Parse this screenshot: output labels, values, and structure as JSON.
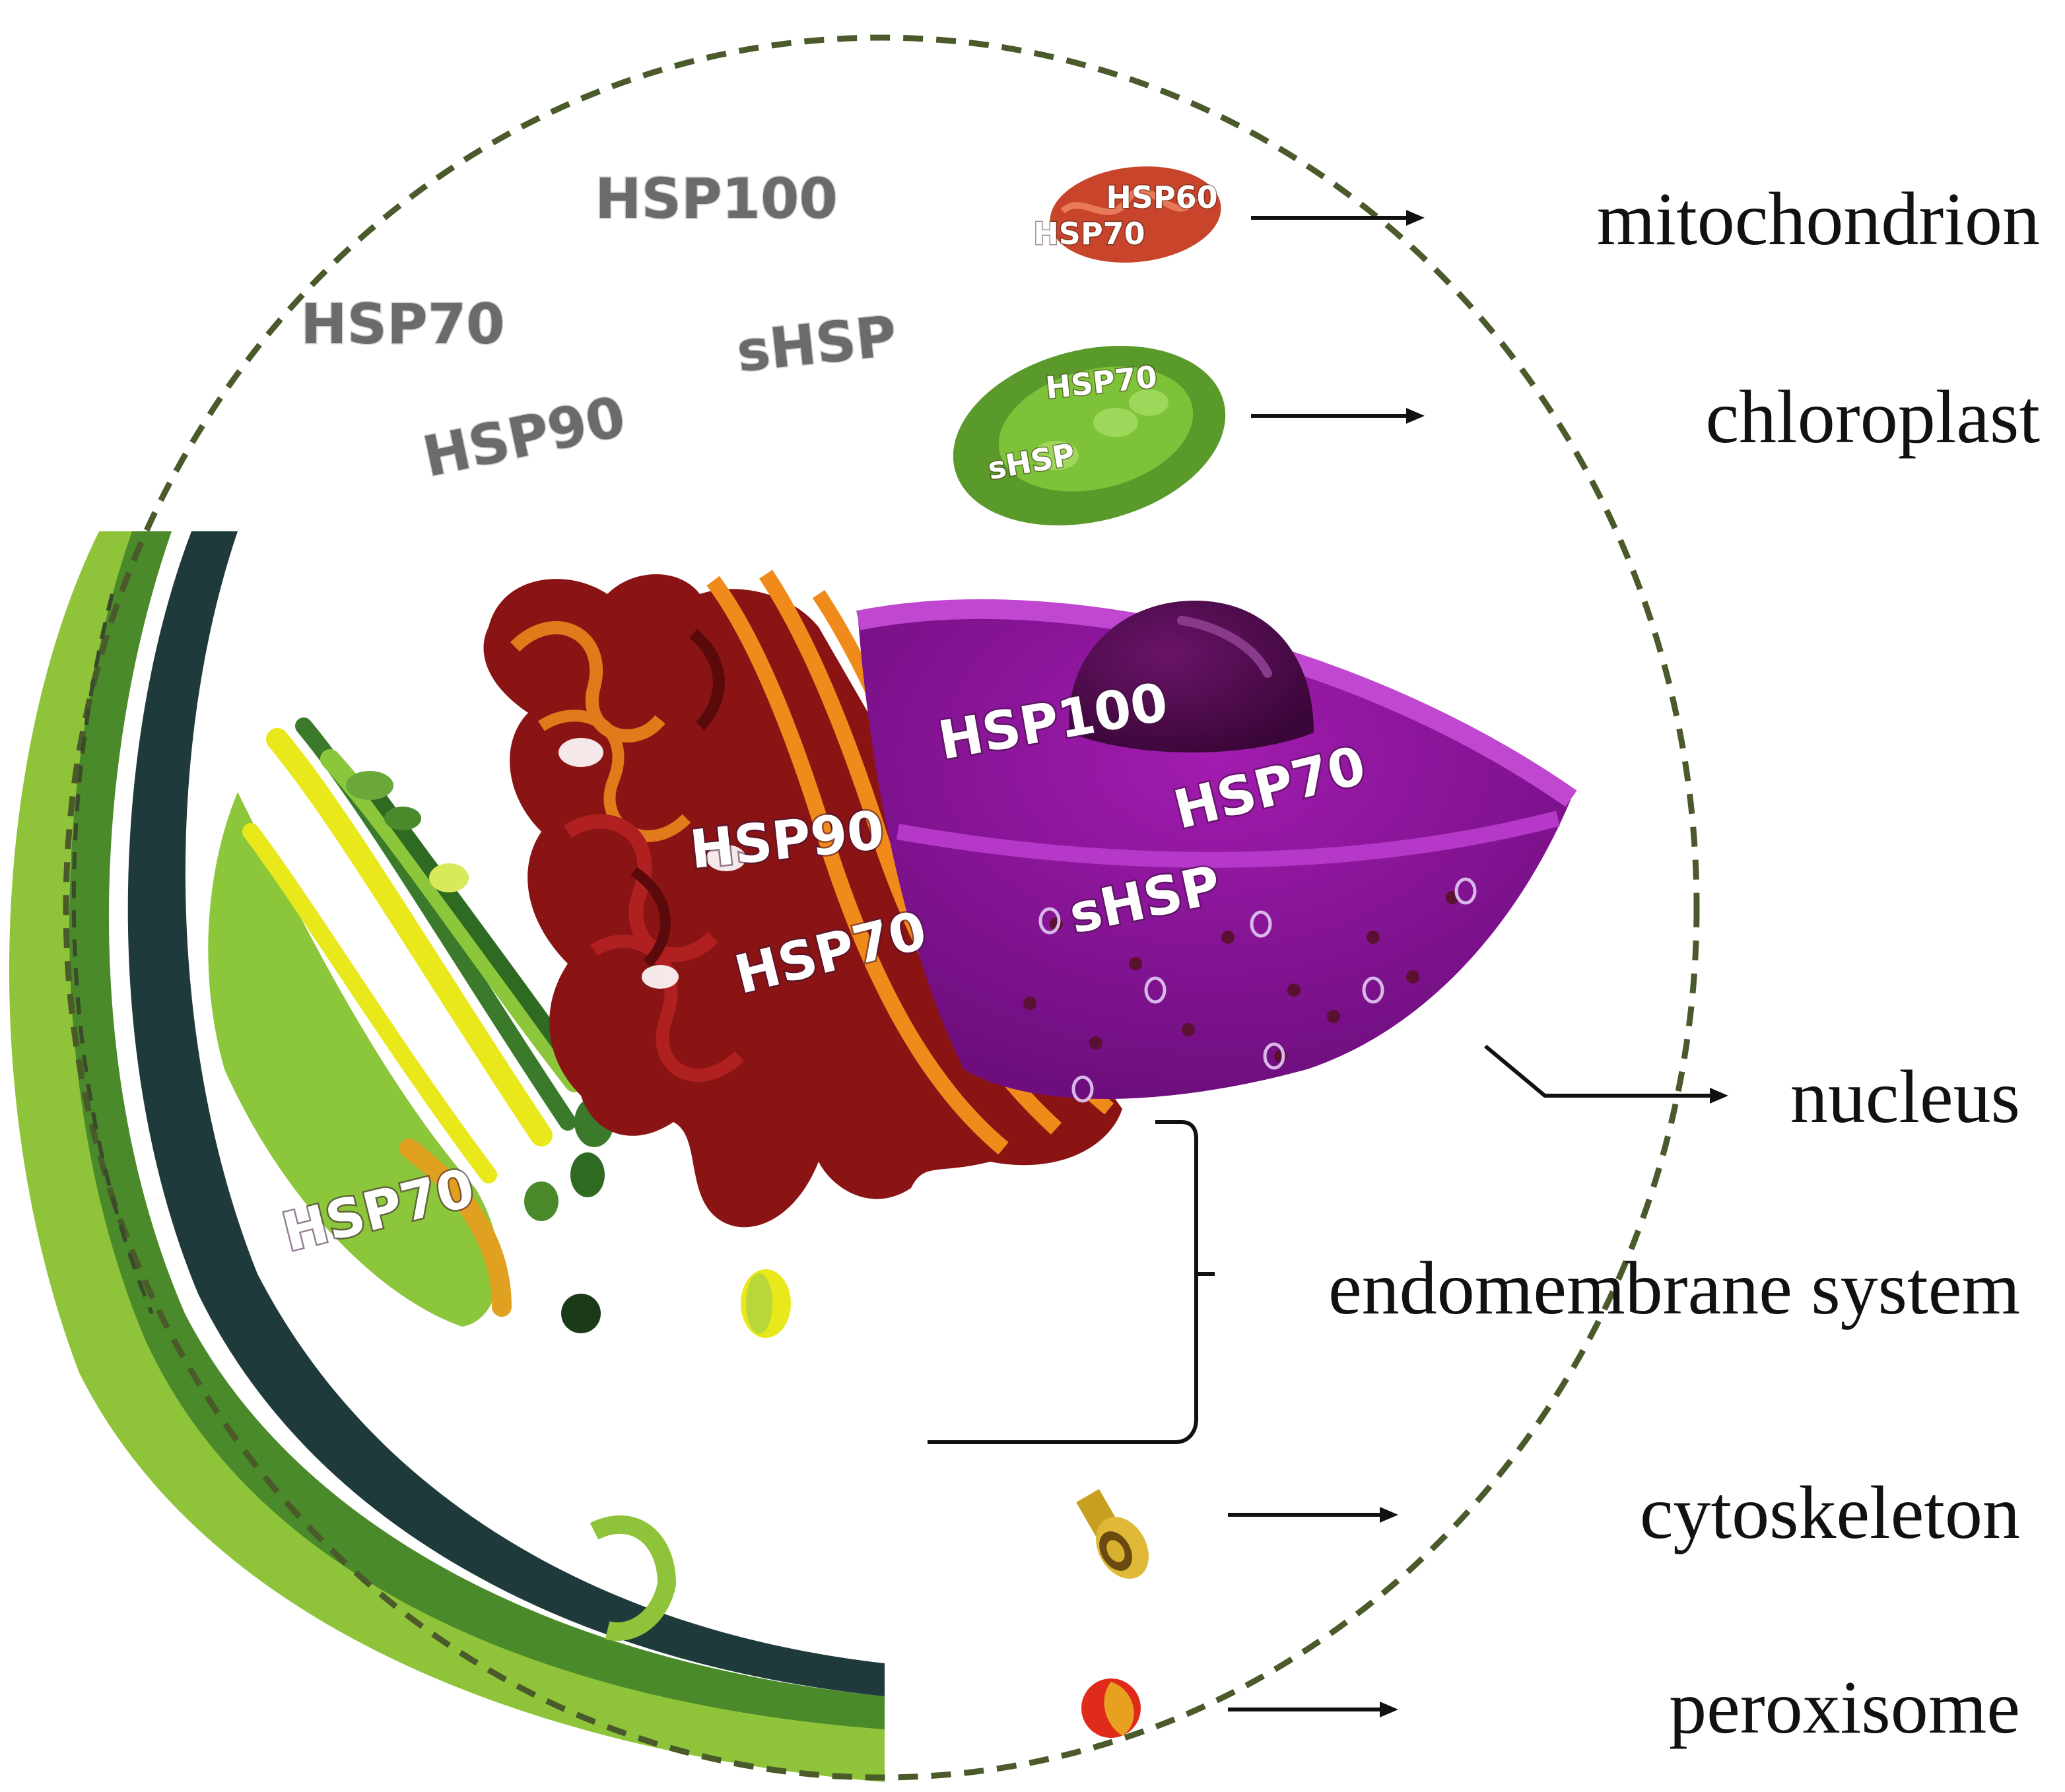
{
  "cytoplasm": {
    "hsp100": "HSP100",
    "hsp70": "HSP70",
    "shsp": "sHSP",
    "hsp90": "HSP90"
  },
  "mitochondrion": {
    "hsp60": "HSP60",
    "hsp70": "HSP70",
    "label": "mitochondrion"
  },
  "chloroplast": {
    "hsp70": "HSP70",
    "shsp": "sHSP",
    "label": "chloroplast"
  },
  "nucleus": {
    "hsp100": "HSP100",
    "hsp70": "HSP70",
    "shsp": "sHSP",
    "label": "nucleus"
  },
  "endomembrane": {
    "er_hsp90": "HSP90",
    "er_hsp70": "HSP70",
    "golgi_hsp70": "HSP70",
    "label": "endomembrane system"
  },
  "cytoskeleton": {
    "label": "cytoskeleton"
  },
  "peroxisome": {
    "label": "peroxisome"
  },
  "colors": {
    "cell_border": "#4a5a2a",
    "nucleus": "#8a1a9a",
    "nucleolus": "#4a0a4a",
    "er": "#9a1a1a",
    "er_edge": "#f08a1a",
    "golgi": "#8cc63a",
    "mitochondrion": "#c8442a",
    "chloroplast": "#5a9a2a",
    "cell_wall": "#1f3a3a"
  }
}
